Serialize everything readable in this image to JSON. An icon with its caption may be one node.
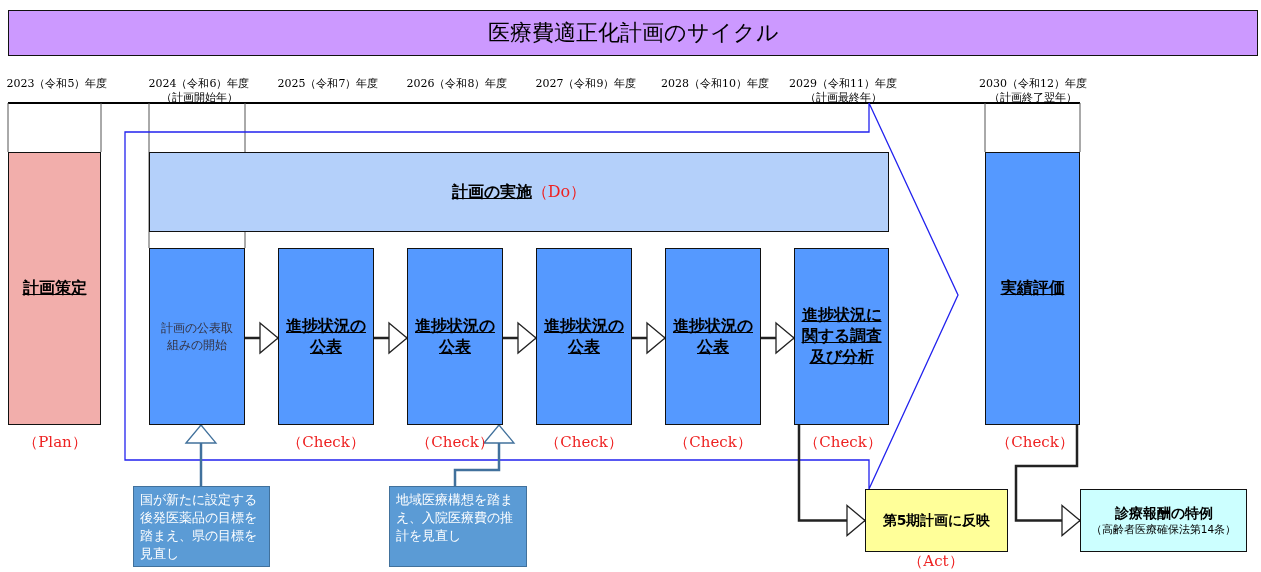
{
  "diagram": {
    "title": "医療費適正化計画のサイクル",
    "nodes": [
      {
        "text": [
          "計画策定"
        ],
        "beside": [
          "（Plan）"
        ]
      },
      {
        "text": [
          "計画の実施",
          "（Do）"
        ]
      },
      {
        "text": [
          "計画の公表取組みの開始"
        ]
      },
      {
        "text": [
          "進捗状況の公表"
        ],
        "beside": [
          "（Check）"
        ]
      },
      {
        "text": [
          "進捗状況の公表"
        ],
        "beside": [
          "（Check）"
        ]
      },
      {
        "text": [
          "進捗状況の公表"
        ],
        "beside": [
          "（Check）"
        ]
      },
      {
        "text": [
          "進捗状況の公表"
        ],
        "beside": [
          "（Check）"
        ]
      },
      {
        "text": [
          "進捗状況に関する調査及び分析"
        ],
        "beside": [
          "（Check）"
        ]
      },
      {
        "text": [
          "実績評価"
        ],
        "beside": [
          "（Check）"
        ]
      },
      {
        "text": [
          "国が新たに設定する後発医薬品の目標を踏まえ、県の目標を見直し"
        ]
      },
      {
        "text": [
          "地域医療構想を踏まえ、入院医療費の推計を見直し"
        ]
      },
      {
        "text": [
          "第5期計画に反映"
        ],
        "beside": [
          "（Act）"
        ]
      },
      {
        "text": [
          "診療報酬の特例",
          "（高齢者医療確保法第14条）"
        ]
      }
    ],
    "edges": [
      {
        "from": 2,
        "to": 3,
        "arrow": "to"
      },
      {
        "from": 3,
        "to": 4,
        "arrow": "to"
      },
      {
        "from": 4,
        "to": 5,
        "arrow": "to"
      },
      {
        "from": 5,
        "to": 6,
        "arrow": "to"
      },
      {
        "from": 6,
        "to": 7,
        "arrow": "to"
      },
      {
        "from": 7,
        "to": 11,
        "arrow": "to"
      },
      {
        "from": 8,
        "to": 12,
        "arrow": "to"
      },
      {
        "from": 9,
        "to": 2,
        "arrow": "to",
        "color": "#41719c"
      },
      {
        "from": 10,
        "to": 4,
        "arrow": "to",
        "color": "#41719c"
      }
    ],
    "labels": [
      "2023（令和5）年度",
      "2024（令和6）年度",
      "（計画開始年）",
      "2025（令和7）年度",
      "2026（令和8）年度",
      "2027（令和9）年度",
      "2028（令和10）年度",
      "2029（令和11）年度",
      "（計画最終年）",
      "2030（令和12）年度",
      "（計画終了翌年）"
    ]
  }
}
